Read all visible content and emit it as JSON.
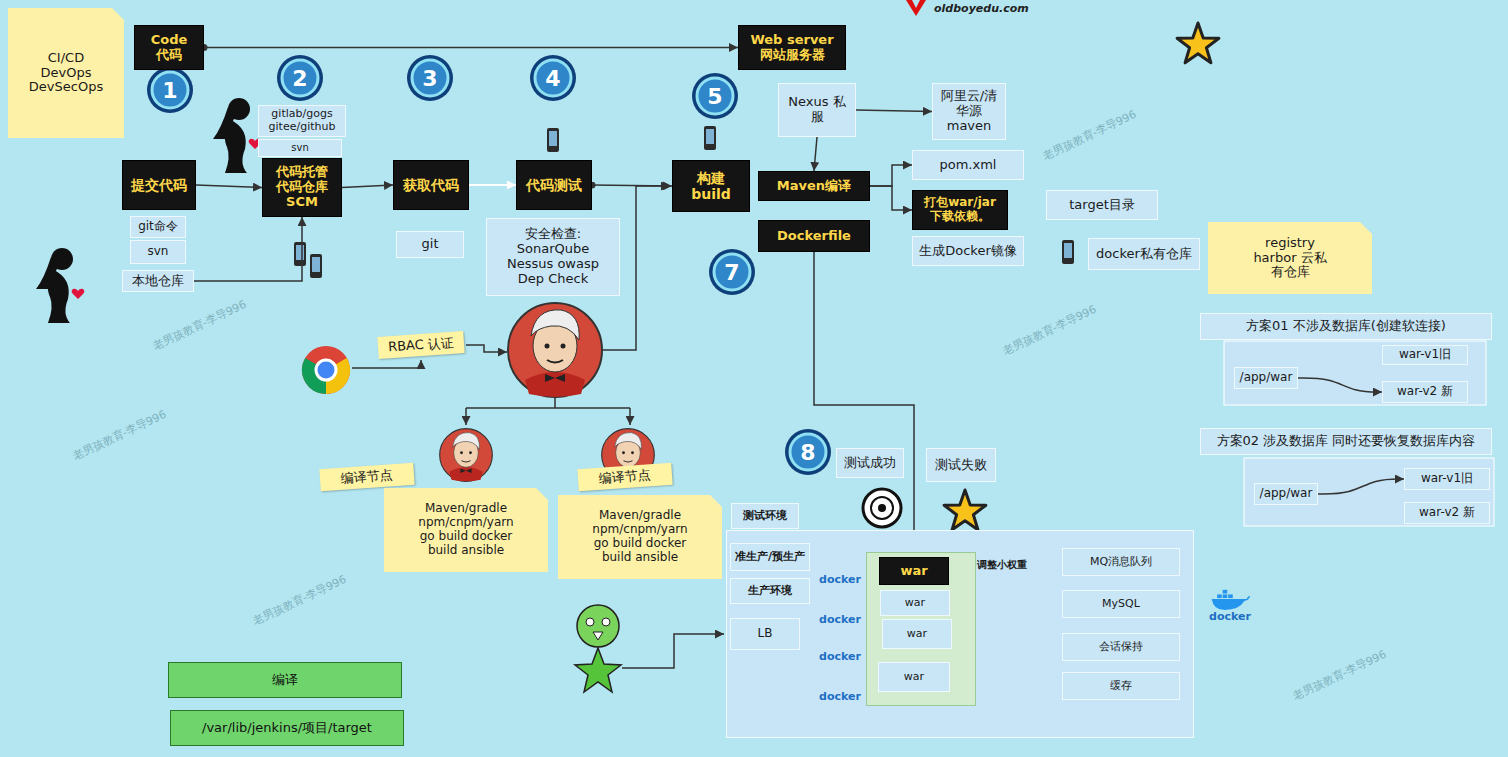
{
  "diagram": {
    "nodes": [
      {
        "text": [
          "CI/CD DevOps DevSecOps"
        ]
      },
      {
        "text": [
          "Code 代码"
        ]
      },
      {
        "text": [
          "Web server 网站服务器"
        ]
      },
      {
        "text": [
          "gitlab/gogs gitee/github"
        ]
      },
      {
        "text": [
          "svn"
        ]
      },
      {
        "text": [
          "提交代码"
        ]
      },
      {
        "text": [
          "代码托管 代码仓库 SCM"
        ]
      },
      {
        "text": [
          "获取代码"
        ]
      },
      {
        "text": [
          "代码测试"
        ]
      },
      {
        "text": [
          "构建 build"
        ]
      },
      {
        "text": [
          "git命令"
        ]
      },
      {
        "text": [
          "svn"
        ]
      },
      {
        "text": [
          "本地仓库"
        ]
      },
      {
        "text": [
          "git"
        ]
      },
      {
        "text": [
          "安全检查: SonarQube Nessus owasp Dep Check"
        ]
      },
      {
        "text": [
          "Nexus 私服"
        ]
      },
      {
        "text": [
          "阿里云/清 华源 maven"
        ]
      },
      {
        "text": [
          "Maven编译"
        ]
      },
      {
        "text": [
          "pom.xml"
        ]
      },
      {
        "text": [
          "打包war/jar 下载依赖。"
        ]
      },
      {
        "text": [
          "target目录"
        ]
      },
      {
        "text": [
          "Dockerfile"
        ]
      },
      {
        "text": [
          "生成Docker镜像"
        ]
      },
      {
        "text": [
          "docker私有仓库"
        ]
      },
      {
        "text": [
          "registry harbor 云私有仓库"
        ]
      },
      {
        "text": [
          "方案01 不涉及数据库(创建软连接)"
        ]
      },
      {
        "text": [
          "/app/war"
        ]
      },
      {
        "text": [
          "war-v1旧"
        ]
      },
      {
        "text": [
          "war-v2 新"
        ]
      },
      {
        "text": [
          "方案02 涉及数据库 同时还要恢复数据库内容"
        ]
      },
      {
        "text": [
          "/app/war"
        ]
      },
      {
        "text": [
          "war-v1旧"
        ]
      },
      {
        "text": [
          "war-v2 新"
        ]
      },
      {
        "text": [
          "RBAC 认证"
        ]
      },
      {
        "text": [
          "编译节点"
        ]
      },
      {
        "text": [
          "Maven/gradle npm/cnpm/yarn go build docker build ansible"
        ]
      },
      {
        "text": [
          "编译节点"
        ]
      },
      {
        "text": [
          "Maven/gradle npm/cnpm/yarn go build docker build ansible"
        ]
      },
      {
        "text": [
          "测试成功"
        ]
      },
      {
        "text": [
          "测试失败"
        ]
      },
      {
        "text": [
          "测试环境"
        ]
      },
      {
        "text": [
          "准生产/预生产"
        ],
        "in": 40
      },
      {
        "text": [
          "生产环境"
        ],
        "in": 40
      },
      {
        "text": [
          "LB"
        ],
        "in": 40
      },
      {
        "text": [
          "调整小权重"
        ],
        "in": 40
      },
      {
        "text": [
          "war"
        ],
        "in": 44
      },
      {
        "text": [
          "war"
        ],
        "in": 44
      },
      {
        "text": [
          "war"
        ],
        "in": 44
      },
      {
        "text": [
          "war"
        ],
        "in": 44
      },
      {
        "text": [
          "MQ消息队列"
        ],
        "in": 40
      },
      {
        "text": [
          "MySQL"
        ],
        "in": 40
      },
      {
        "text": [
          "会话保持"
        ],
        "in": 40
      },
      {
        "text": [
          "缓存"
        ],
        "in": 40
      },
      {
        "text": [
          "编译"
        ]
      },
      {
        "text": [
          "/var/lib/jenkins/项目/target"
        ]
      }
    ],
    "edges": [
      {
        "from": 1,
        "to": 2,
        "arrow": "to"
      },
      {
        "from": 5,
        "to": 6,
        "arrow": "to"
      },
      {
        "from": 6,
        "to": 7,
        "arrow": "to"
      },
      {
        "from": 7,
        "to": 8,
        "arrow": "to"
      },
      {
        "from": 8,
        "to": 9,
        "arrow": "to"
      },
      {
        "from": 12,
        "to": 6,
        "arrow": "to"
      },
      {
        "from": 15,
        "to": 16,
        "arrow": "to"
      },
      {
        "from": 15,
        "to": 17,
        "arrow": "to"
      },
      {
        "from": 17,
        "to": 18,
        "arrow": "to"
      },
      {
        "from": 17,
        "to": 19,
        "arrow": "to"
      },
      {
        "from": 21,
        "to": 45,
        "arrow": "to"
      },
      {
        "from": 43,
        "to": 47,
        "arrow": "to"
      },
      {
        "from": 44,
        "to": 49,
        "arrow": "none"
      },
      {
        "from": 44,
        "to": 50,
        "arrow": "none"
      },
      {
        "from": 44,
        "to": 51,
        "arrow": "none"
      },
      {
        "from": 44,
        "to": 52,
        "arrow": "none"
      },
      {
        "from": 26,
        "to": 28,
        "arrow": "to"
      },
      {
        "from": 30,
        "to": 31,
        "arrow": "to"
      }
    ],
    "labels": [
      "1",
      "2",
      "3",
      "4",
      "5",
      "7",
      "8",
      "oldboyedu.com",
      "docker",
      "docker",
      "docker",
      "docker",
      "docker",
      "老男孩教育-李导996",
      "老男孩教育-李导996",
      "老男孩教育-李导996",
      "老男孩教育-李导996",
      "老男孩教育-李导996",
      "老男孩教育-李导996"
    ]
  }
}
